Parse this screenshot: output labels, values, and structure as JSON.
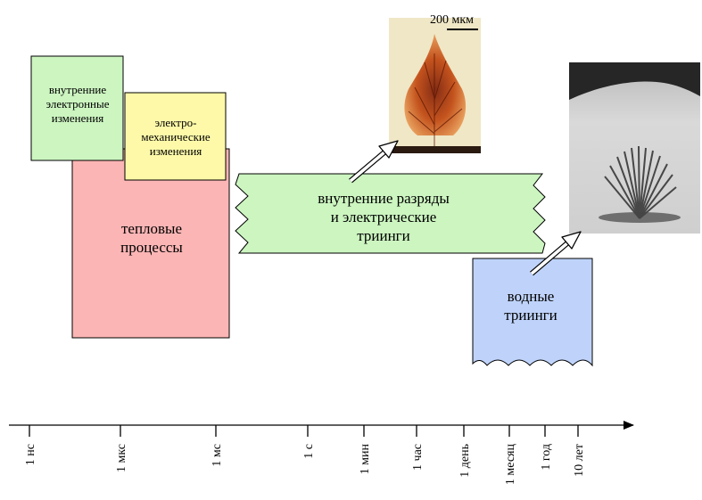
{
  "colors": {
    "electronic": "#ccf5c0",
    "electromechanical": "#fdf9a8",
    "thermal": "#fcb5b5",
    "discharges": "#ccf5c0",
    "water": "#bfd3fa",
    "outline": "#000000"
  },
  "regions": {
    "electronic": [
      "внутренние",
      "электронные",
      "изменения"
    ],
    "electromechanical": [
      "электро-",
      "механические",
      "изменения"
    ],
    "thermal": [
      "тепловые",
      "процессы"
    ],
    "discharges": [
      "внутренние разряды",
      "и электрические",
      "триинги"
    ],
    "water": [
      "водные",
      "триинги"
    ]
  },
  "images": {
    "electrical_tree": {
      "subject": "electrical-tree-micrograph",
      "scale_label": "200 мкм"
    },
    "water_tree": {
      "subject": "water-tree-micrograph"
    }
  },
  "axis": {
    "ticks": [
      "1 нс",
      "1 мкс",
      "1 мс",
      "1 с",
      "1 мин",
      "1 час",
      "1 день",
      "1 месяц",
      "1 год",
      "10 лет"
    ]
  }
}
